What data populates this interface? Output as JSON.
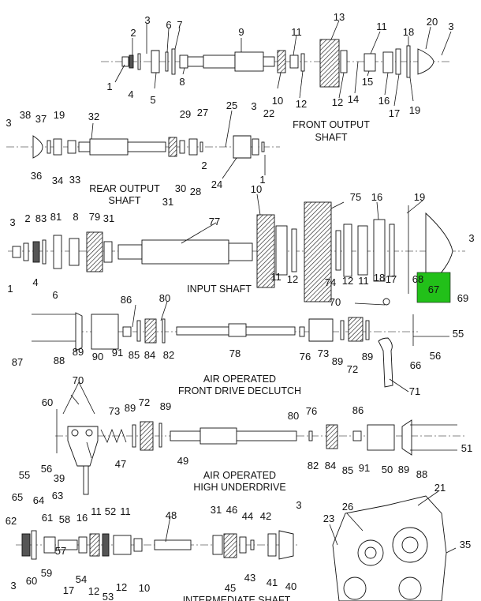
{
  "sections": {
    "front_output": [
      "FRONT OUTPUT",
      "SHAFT"
    ],
    "rear_output": [
      "REAR OUTPUT",
      "SHAFT"
    ],
    "input": [
      "INPUT SHAFT"
    ],
    "front_declutch": [
      "AIR OPERATED",
      "FRONT DRIVE DECLUTCH"
    ],
    "high_underdrive": [
      "AIR OPERATED",
      "HIGH UNDERDRIVE"
    ],
    "intermediate": [
      "INTERMEDIATE SHAFT"
    ]
  },
  "highlight": {
    "label": "67",
    "color": "#22c019"
  },
  "callouts": {
    "fo": [
      "1",
      "2",
      "3",
      "4",
      "5",
      "6",
      "7",
      "8",
      "9",
      "10",
      "11",
      "12",
      "13",
      "12",
      "14",
      "11",
      "15",
      "16",
      "17",
      "18",
      "19",
      "20",
      "3"
    ],
    "ro": [
      "3",
      "38",
      "37",
      "19",
      "36",
      "34",
      "33",
      "32",
      "31",
      "30",
      "29",
      "28",
      "27",
      "3",
      "22",
      "25",
      "2",
      "24",
      "1",
      "10"
    ],
    "in": [
      "3",
      "2",
      "83",
      "81",
      "8",
      "79",
      "31",
      "4",
      "1",
      "6",
      "77",
      "75",
      "16",
      "19",
      "11",
      "12",
      "74",
      "12",
      "11",
      "18",
      "17",
      "68",
      "3"
    ],
    "fd": [
      "86",
      "80",
      "70",
      "69",
      "87",
      "88",
      "89",
      "90",
      "91",
      "85",
      "84",
      "82",
      "78",
      "76",
      "73",
      "89",
      "72",
      "89",
      "55",
      "66",
      "56",
      "71"
    ],
    "hu": [
      "70",
      "60",
      "73",
      "89",
      "72",
      "89",
      "56",
      "55",
      "39",
      "47",
      "49",
      "80",
      "76",
      "86",
      "82",
      "84",
      "85",
      "91",
      "50",
      "89",
      "88",
      "51"
    ],
    "is": [
      "65",
      "64",
      "63",
      "62",
      "61",
      "58",
      "57",
      "16",
      "11",
      "52",
      "11",
      "48",
      "31",
      "46",
      "44",
      "42",
      "3",
      "54",
      "12",
      "53",
      "12",
      "10",
      "3",
      "60",
      "59",
      "17",
      "45",
      "43",
      "41",
      "40",
      "21",
      "26",
      "23",
      "35"
    ]
  }
}
